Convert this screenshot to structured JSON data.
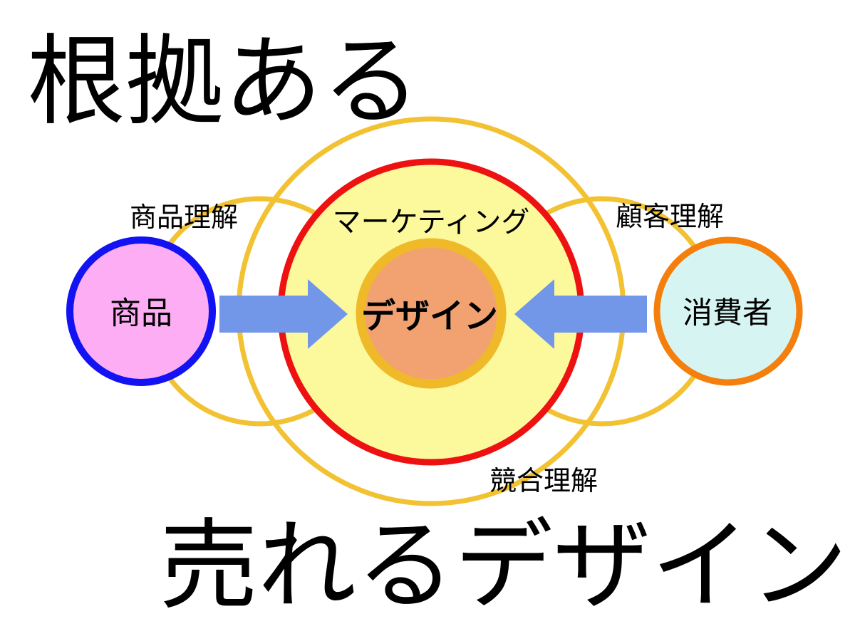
{
  "title_top": "根拠ある",
  "title_bottom": "売れるデザイン",
  "diagram": {
    "marketing_label": "マーケティング",
    "core_label": "デザイン",
    "product_node_label": "商品",
    "consumer_node_label": "消費者",
    "understanding_labels": {
      "product": "商品理解",
      "customer": "顧客理解",
      "competitor": "競合理解"
    }
  },
  "colors": {
    "bg": "#FFFFFF",
    "text": "#000000",
    "gold": "#F2C233",
    "ring": "#F0B929",
    "red": "#EE1111",
    "yellow": "#FBF99B",
    "orangeFill": "#F2A271",
    "pinkFill": "#FCADF4",
    "blueBorder": "#1212F2",
    "cyanFill": "#D6F5F2",
    "orangeBorder": "#F57F0C",
    "arrow": "#7296E8"
  }
}
